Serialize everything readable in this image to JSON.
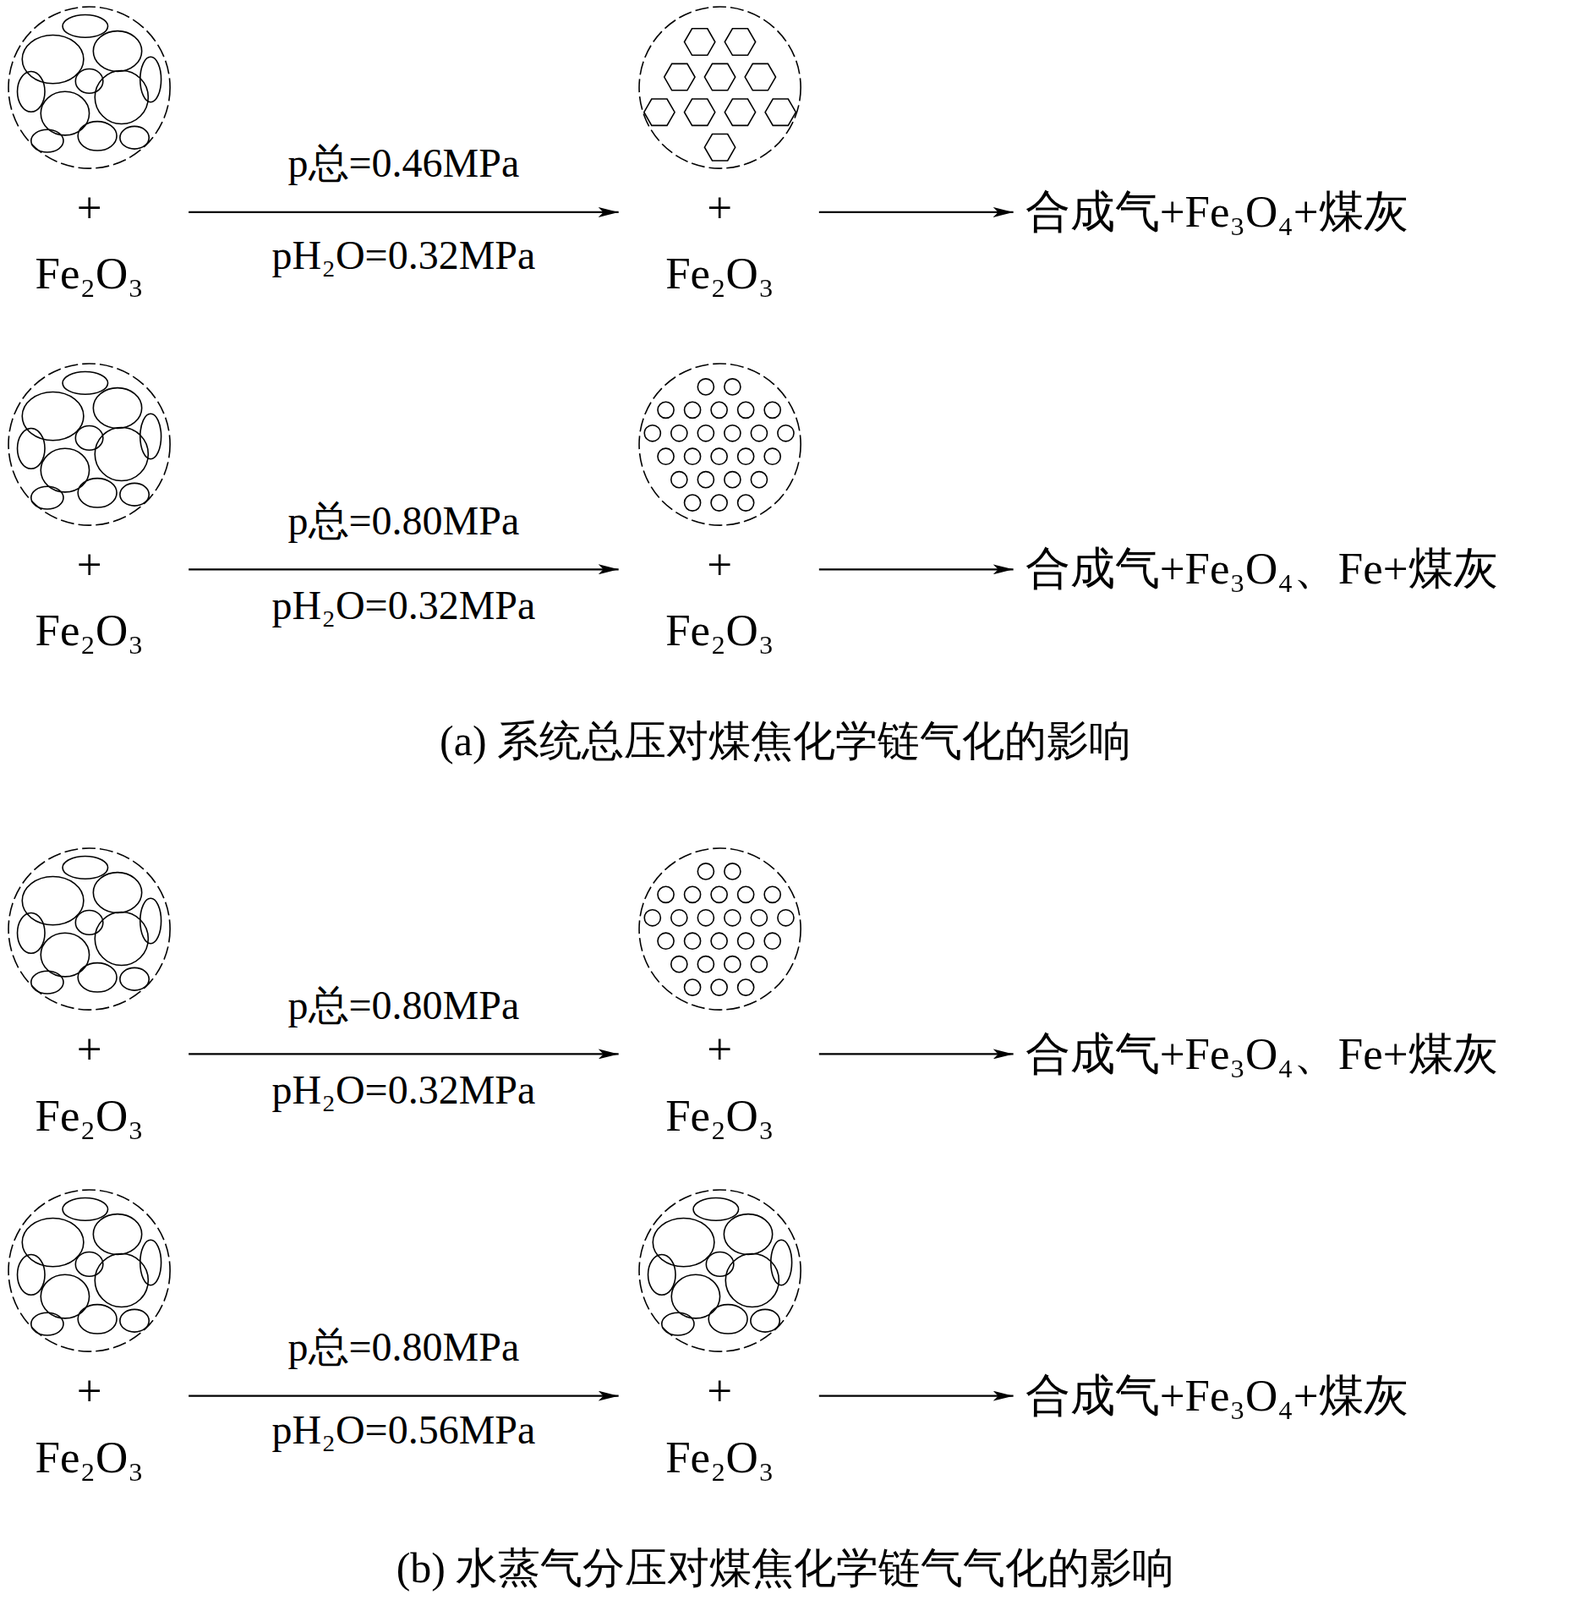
{
  "diagram": {
    "nodes": [
      {
        "text": [
          "+",
          "Fe₂O₃"
        ]
      },
      {
        "text": [
          "+",
          "Fe₂O₃"
        ]
      },
      {
        "text": [
          "合成气+Fe₃O₄+煤灰"
        ]
      },
      {
        "text": [
          "+",
          "Fe₂O₃"
        ]
      },
      {
        "text": [
          "+",
          "Fe₂O₃"
        ]
      },
      {
        "text": [
          "合成气+Fe₃O₄、Fe+煤灰"
        ]
      },
      {
        "text": [
          "+",
          "Fe₂O₃"
        ]
      },
      {
        "text": [
          "+",
          "Fe₂O₃"
        ]
      },
      {
        "text": [
          "合成气+Fe₃O₄、Fe+煤灰"
        ]
      },
      {
        "text": [
          "+",
          "Fe₂O₃"
        ]
      },
      {
        "text": [
          "+",
          "Fe₂O₃"
        ]
      },
      {
        "text": [
          "合成气+Fe₃O₄+煤灰"
        ]
      }
    ],
    "edges": [
      {
        "from": 0,
        "to": 1,
        "arrow": "to",
        "label": "p总=0.46MPa"
      },
      {
        "from": 1,
        "to": 2,
        "arrow": "to"
      },
      {
        "from": 3,
        "to": 4,
        "arrow": "to",
        "label": "p总=0.80MPa"
      },
      {
        "from": 4,
        "to": 5,
        "arrow": "to"
      },
      {
        "from": 6,
        "to": 7,
        "arrow": "to",
        "label": "p总=0.80MPa"
      },
      {
        "from": 7,
        "to": 8,
        "arrow": "to"
      },
      {
        "from": 9,
        "to": 10,
        "arrow": "to",
        "label": "p总=0.80MPa"
      },
      {
        "from": 10,
        "to": 11,
        "arrow": "to"
      }
    ],
    "labels": [
      "pH₂O=0.32MPa",
      "pH₂O=0.32MPa",
      "(a) 系统总压对煤焦化学链气化的影响",
      "pH₂O=0.32MPa",
      "pH₂O=0.56MPa",
      "(b) 水蒸气分压对煤焦化学链气气化的影响"
    ]
  }
}
